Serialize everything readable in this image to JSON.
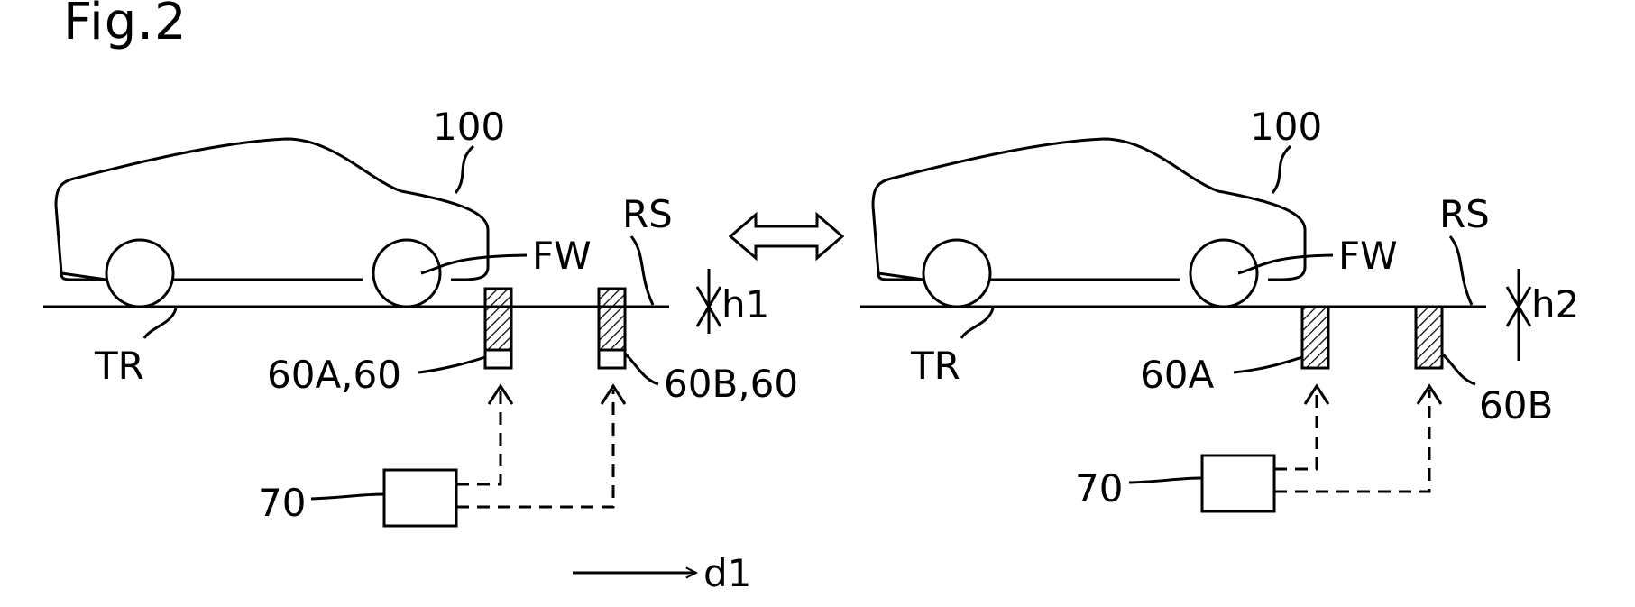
{
  "figure_label": "Fig.2",
  "left_panel": {
    "vehicle": "100",
    "wheel": "FW",
    "road_surface": "RS",
    "tire_trace": "TR",
    "height_label": "h1",
    "actuator_a": "60A,60",
    "actuator_b": "60B,60",
    "controller": "70"
  },
  "right_panel": {
    "vehicle": "100",
    "wheel": "FW",
    "road_surface": "RS",
    "tire_trace": "TR",
    "height_label": "h2",
    "actuator_a": "60A",
    "actuator_b": "60B",
    "controller": "70"
  },
  "direction_label": "d1"
}
